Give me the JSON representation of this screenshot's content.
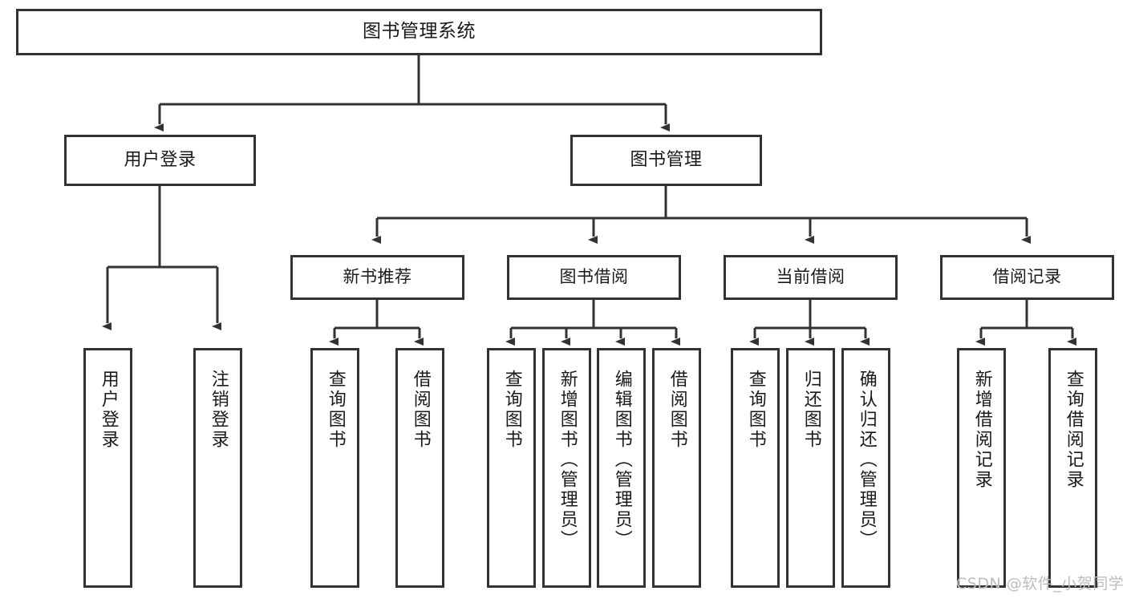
{
  "diagram": {
    "title": "图书管理系统",
    "watermark": "CSDN @软件_小贺同学",
    "colors": {
      "box_border": "#333333",
      "box_fill": "#ffffff",
      "edge": "#333333",
      "text": "#1a1a1a",
      "watermark": "#bdbdbd"
    },
    "nodes": {
      "root": {
        "label": "图书管理系统"
      },
      "user_login": {
        "label": "用户登录"
      },
      "book_manage": {
        "label": "图书管理"
      },
      "new_book_rec": {
        "label": "新书推荐"
      },
      "book_borrow": {
        "label": "图书借阅"
      },
      "current_borrow": {
        "label": "当前借阅"
      },
      "borrow_record": {
        "label": "借阅记录"
      },
      "leaf_user_login": {
        "label": "用户登录"
      },
      "leaf_logout": {
        "label": "注销登录"
      },
      "leaf_query_book_1": {
        "label": "查询图书"
      },
      "leaf_borrow_book_1": {
        "label": "借阅图书"
      },
      "leaf_query_book_2": {
        "label": "查询图书"
      },
      "leaf_add_book": {
        "label": "新增图书（管理员）"
      },
      "leaf_edit_book": {
        "label": "编辑图书（管理员）"
      },
      "leaf_borrow_book_2": {
        "label": "借阅图书"
      },
      "leaf_query_book_3": {
        "label": "查询图书"
      },
      "leaf_return_book": {
        "label": "归还图书"
      },
      "leaf_confirm_return": {
        "label": "确认归还（管理员）"
      },
      "leaf_add_record": {
        "label": "新增借阅记录"
      },
      "leaf_query_record": {
        "label": "查询借阅记录"
      }
    },
    "tree": {
      "图书管理系统": {
        "用户登录": [
          "用户登录",
          "注销登录"
        ],
        "图书管理": {
          "新书推荐": [
            "查询图书",
            "借阅图书"
          ],
          "图书借阅": [
            "查询图书",
            "新增图书（管理员）",
            "编辑图书（管理员）",
            "借阅图书"
          ],
          "当前借阅": [
            "查询图书",
            "归还图书",
            "确认归还（管理员）"
          ],
          "借阅记录": [
            "新增借阅记录",
            "查询借阅记录"
          ]
        }
      }
    }
  }
}
